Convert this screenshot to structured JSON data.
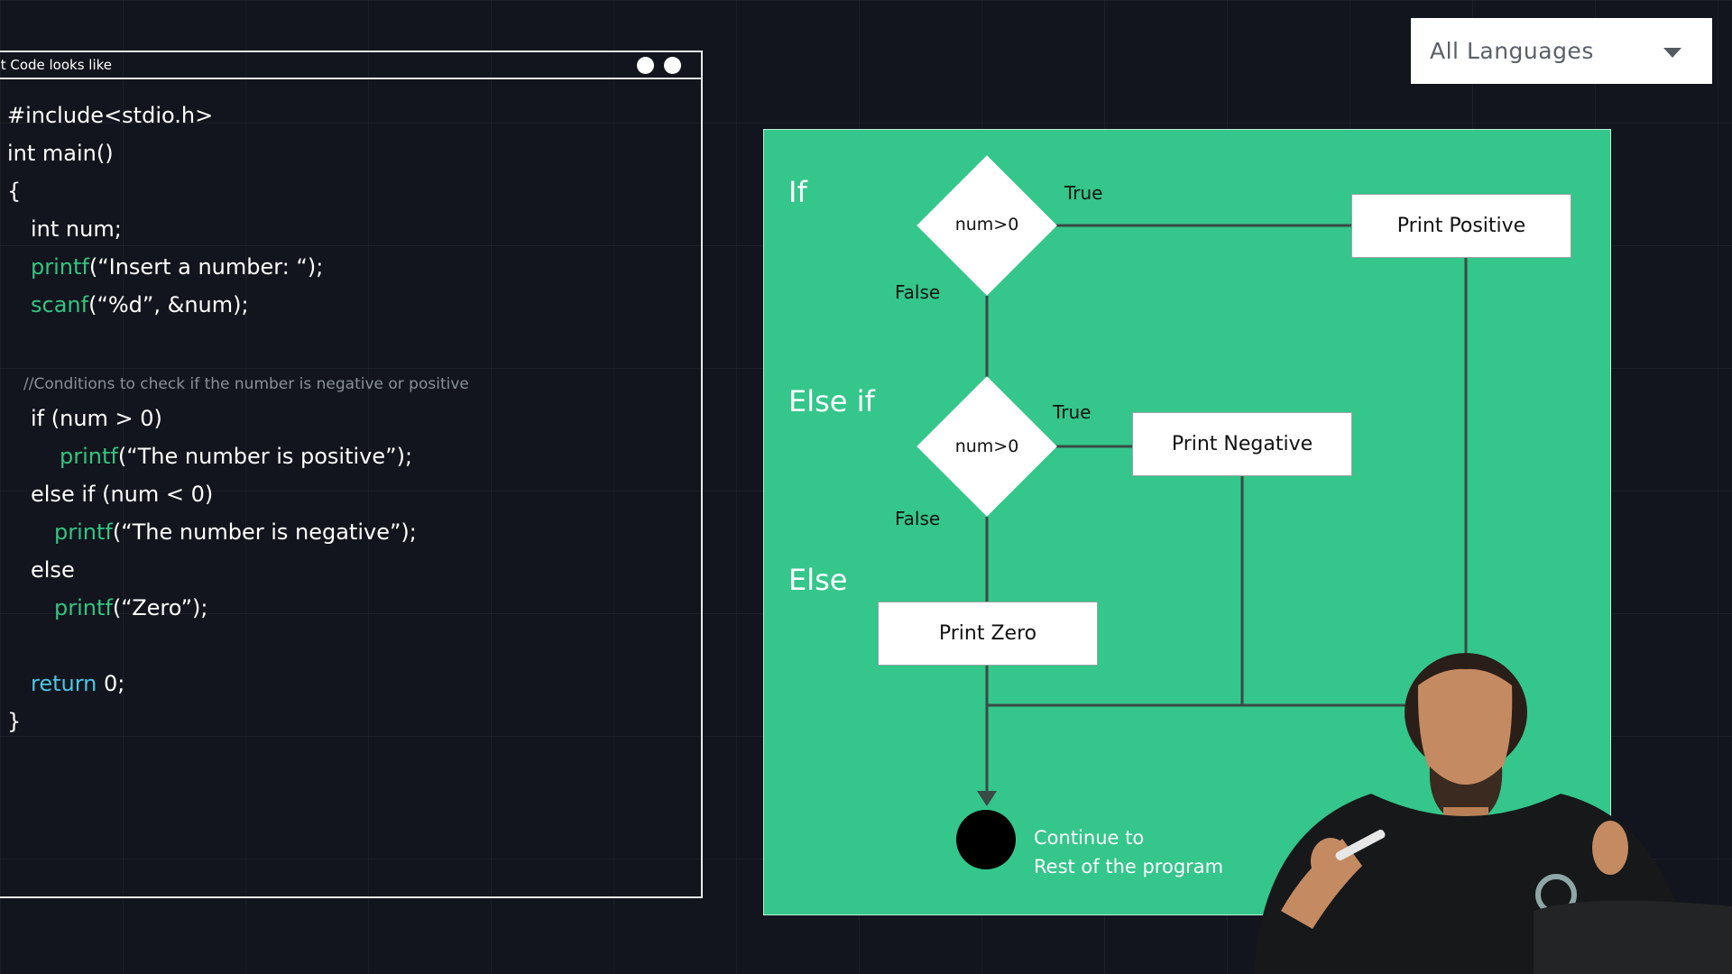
{
  "code_window": {
    "title": "hat Code looks like",
    "lines": [
      {
        "prefix": "#include<stdio.h>",
        "keyword": "",
        "rest": ""
      },
      {
        "prefix": "int main()",
        "keyword": "",
        "rest": ""
      },
      {
        "prefix": "{",
        "keyword": "",
        "rest": ""
      },
      {
        "prefix": "int num;",
        "keyword": "",
        "rest": ""
      },
      {
        "prefix": "",
        "keyword": "printf",
        "rest": "(“Insert a number: “);"
      },
      {
        "prefix": "",
        "keyword": "scanf",
        "rest": "(“%d”, &num);"
      },
      {
        "comment": "//Conditions to check if the number is negative or positive"
      },
      {
        "prefix": "if (num > 0)",
        "keyword": "",
        "rest": ""
      },
      {
        "prefix": "",
        "keyword": "printf",
        "rest": "(“The number is positive”);"
      },
      {
        "prefix": "else if (num < 0)",
        "keyword": "",
        "rest": ""
      },
      {
        "prefix": "",
        "keyword": "printf",
        "rest": "(“The number is negative”);"
      },
      {
        "prefix": "else",
        "keyword": "",
        "rest": ""
      },
      {
        "prefix": "",
        "keyword": "printf",
        "rest": "(“Zero”);"
      },
      {
        "prefix": "",
        "keyword": "return",
        "rest": " 0;"
      },
      {
        "prefix": "}",
        "keyword": "",
        "rest": ""
      }
    ]
  },
  "language_select": {
    "value": "All Languages",
    "icon": "chevron-down-icon"
  },
  "flowchart": {
    "background": "#34c68a",
    "sections": {
      "if": "If",
      "else_if": "Else if",
      "else": "Else"
    },
    "decision1": "num>0",
    "decision2": "num>0",
    "true_label_1": "True",
    "false_label_1": "False",
    "true_label_2": "True",
    "false_label_2": "False",
    "box_positive": "Print Positive",
    "box_negative": "Print Negative",
    "box_zero": "Print Zero",
    "end_line1": "Continue to",
    "end_line2": "Rest of the program"
  },
  "colors": {
    "keyword_green": "#34c483",
    "keyword_blue": "#4cc6e3",
    "accent": "#34c68a"
  }
}
